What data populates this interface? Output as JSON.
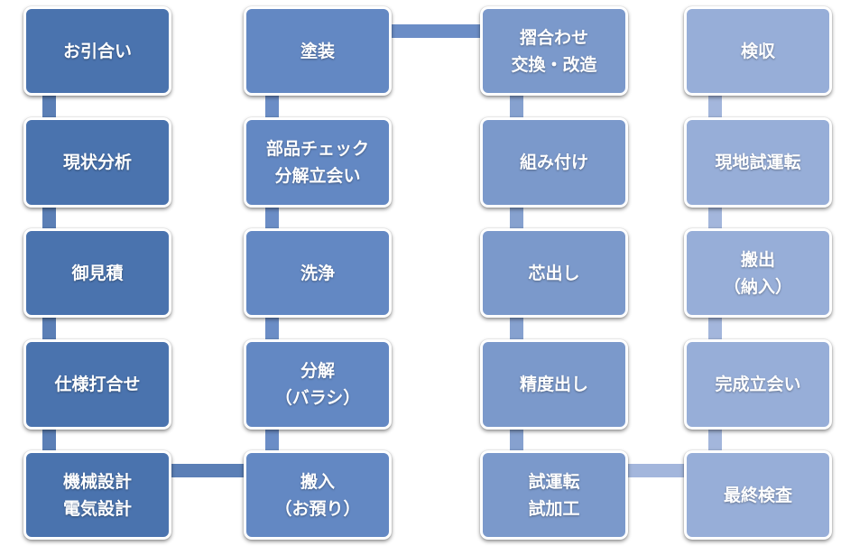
{
  "colors": {
    "col1_box": "#4A73AE",
    "col1_line": "#5B7FB6",
    "col2_box": "#6388C3",
    "col2_line": "#6B8DC6",
    "col3_box": "#7B99CB",
    "col3_line": "#86A1CF",
    "col4_box": "#97AED8",
    "col4_line": "#A3B6DC",
    "box_border": "#FFFFFF"
  },
  "steps": {
    "col1": [
      "お引合い",
      "現状分析",
      "御見積",
      "仕様打合せ",
      "機械設計\n電気設計"
    ],
    "col2": [
      "塗装",
      "部品チェック\n分解立会い",
      "洗浄",
      "分解\n（バラシ）",
      "搬入\n（お預り）"
    ],
    "col3": [
      "摺合わせ\n交換・改造",
      "組み付け",
      "芯出し",
      "精度出し",
      "試運転\n試加工"
    ],
    "col4": [
      "検収",
      "現地試運転",
      "搬出\n（納入）",
      "完成立会い",
      "最終検査"
    ]
  }
}
